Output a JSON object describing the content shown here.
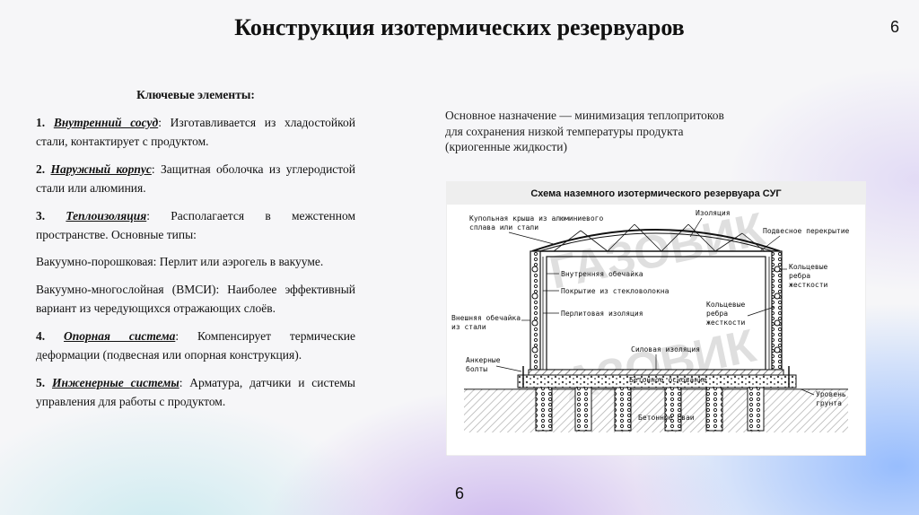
{
  "slide": {
    "title": "Конструкция изотермических резервуаров",
    "page_number_top": "6",
    "page_number_bottom": "6"
  },
  "left": {
    "heading": "Ключевые элементы:",
    "items": [
      {
        "num": "1.",
        "term": "Внутренний сосуд",
        "text": ": Изготавливается из хладостойкой стали, контактирует с продуктом."
      },
      {
        "num": "2.",
        "term": "Наружный корпус",
        "text": ": Защитная оболочка из углеродистой стали или алюминия."
      },
      {
        "num": "3.",
        "term": "Теплоизоляция",
        "text": ": Располагается в межстенном пространстве. Основные типы:"
      },
      {
        "plain": "Вакуумно-порошковая: Перлит или аэрогель в вакууме."
      },
      {
        "plain": "Вакуумно-многослойная (ВМСИ): Наиболее эффективный вариант из чередующихся отражающих слоёв."
      },
      {
        "num": "4.",
        "term": "Опорная система",
        "text": ": Компенсирует термические деформации (подвесная или опорная конструкция)."
      },
      {
        "num": "5.",
        "term": "Инженерные системы",
        "text": ": Арматура, датчики и системы управления для работы с продуктом."
      }
    ]
  },
  "purpose": "Основное назначение — минимизация теплопритоков для сохранения низкой температуры продукта (криогенные жидкости)",
  "diagram": {
    "title": "Схема наземного изотермического резервуара СУГ",
    "labels": {
      "roof": [
        "Купольная крыша из алюминиевого",
        "сплава или стали"
      ],
      "insulation": "Изоляция",
      "ceiling": "Подвесное перекрытие",
      "inner_shell": "Внутренняя обечайка",
      "fiberglass": "Покрытие из стекловолокна",
      "ribs_right": [
        "Кольцевые",
        "ребра",
        "жесткости"
      ],
      "perlite": "Перлитовая изоляция",
      "ribs_mid": [
        "Кольцевые",
        "ребра",
        "жесткости"
      ],
      "outer_shell": [
        "Внешняя обечайка",
        "из стали"
      ],
      "load_insulation": "Силовая изоляция",
      "anchor": [
        "Анкерные",
        "болты"
      ],
      "concrete_base": "Бетонное основание",
      "ground": [
        "Уровень",
        "грунта"
      ],
      "piles": "Бетонные сваи"
    },
    "watermark": "ГАЗОВИК"
  },
  "colors": {
    "text": "#111111",
    "diagram_bg": "#ffffff"
  }
}
